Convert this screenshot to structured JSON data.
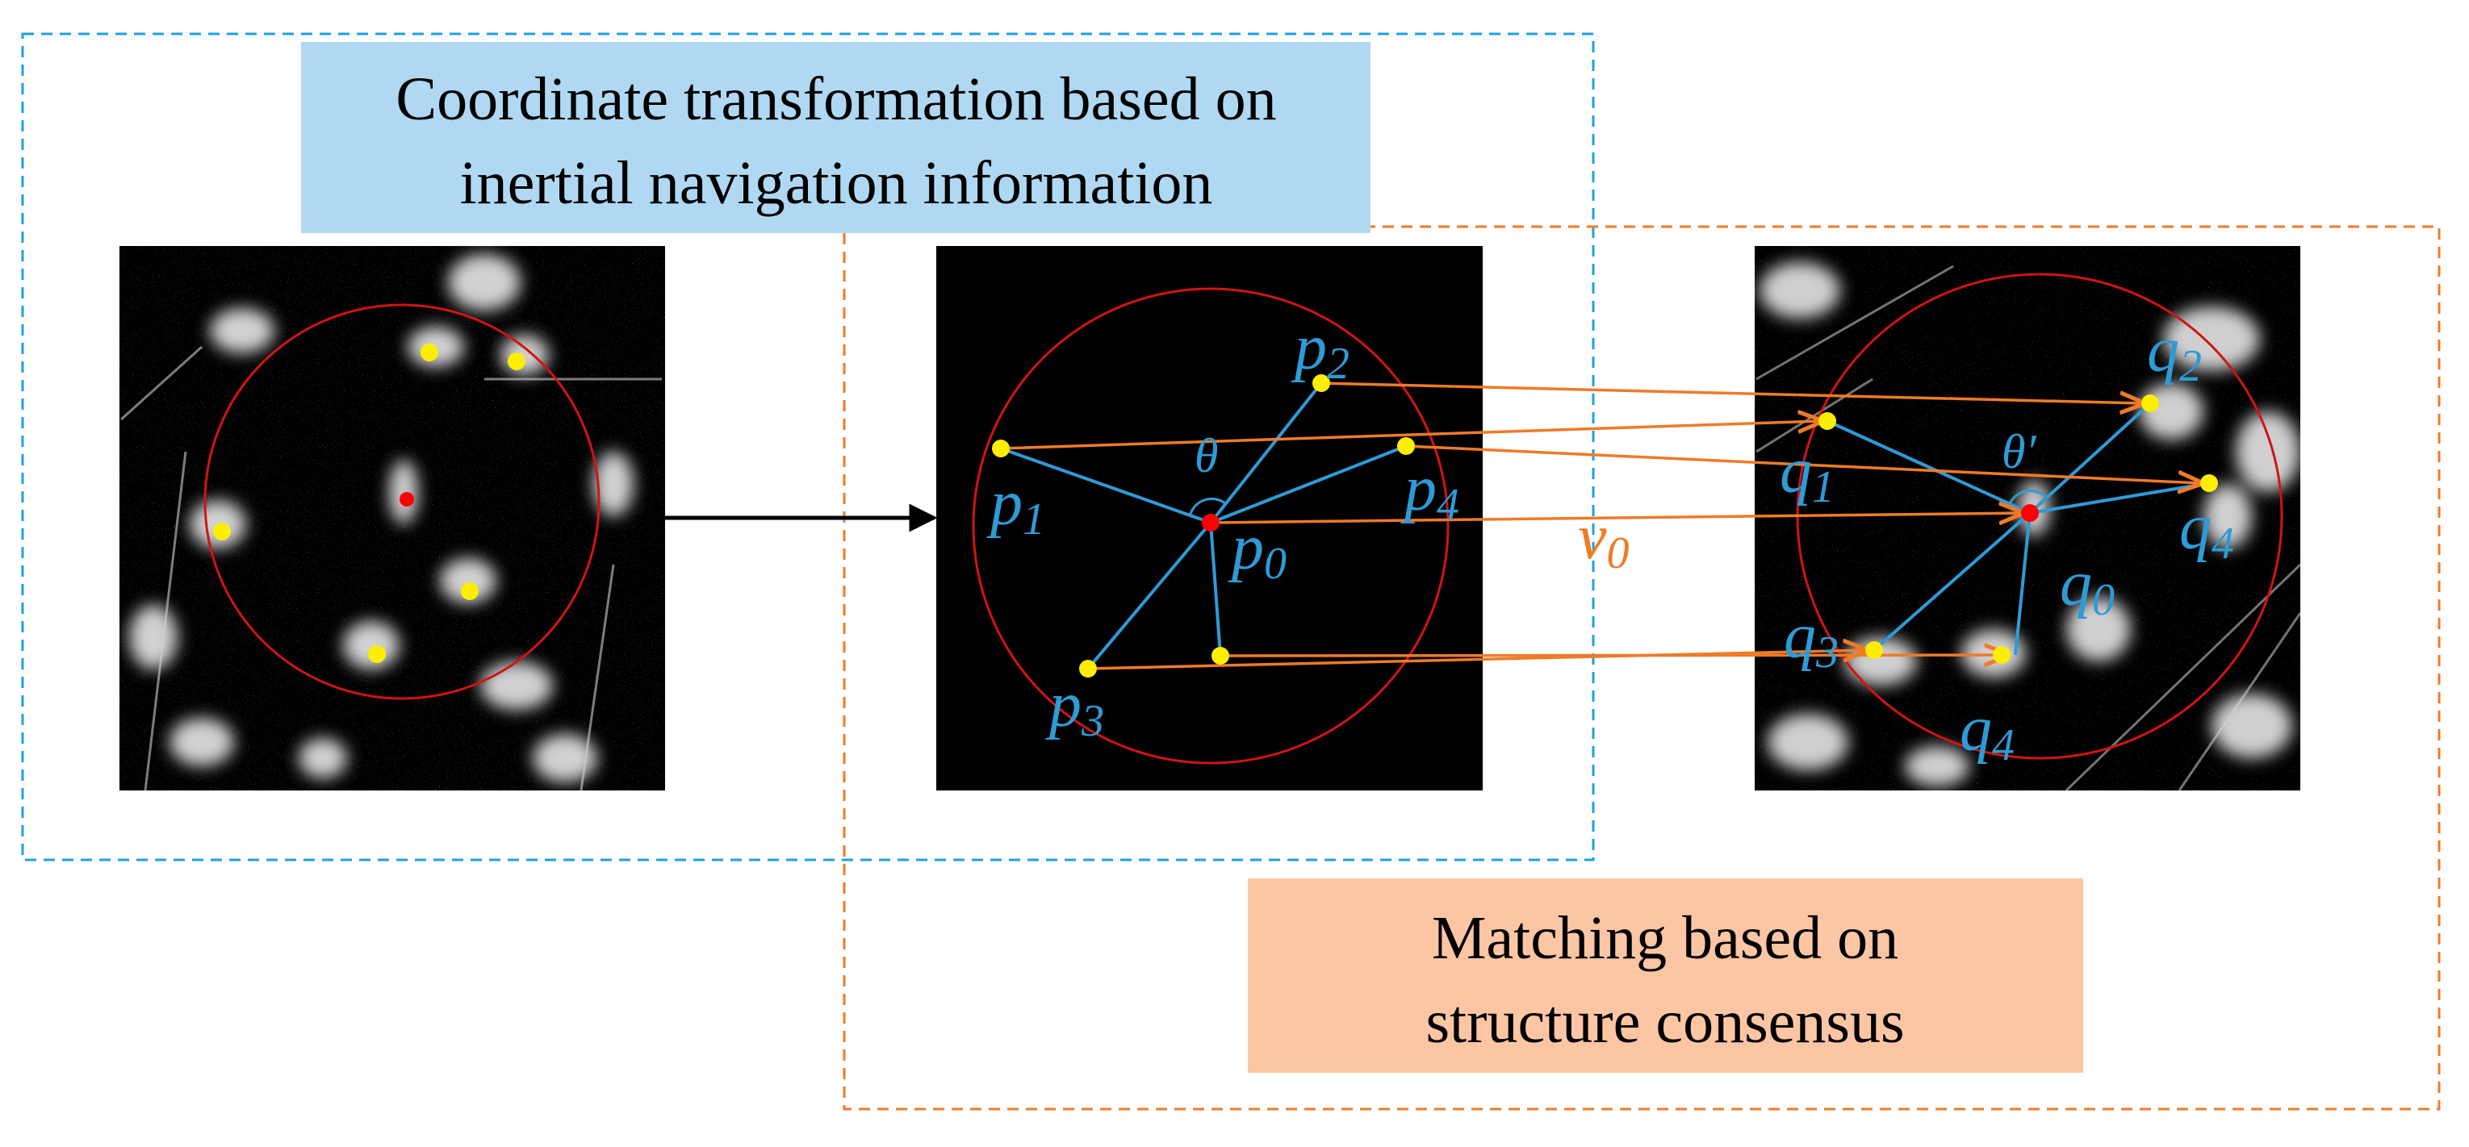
{
  "colors": {
    "blue_region": "#1da1e6",
    "orange_region": "#f07a28",
    "blue_box_fill": "#b0d8f2",
    "orange_box_fill": "#fcc6a4",
    "point_yellow": "#ffee00",
    "point_red": "#ff0000",
    "circle_red": "#d11414",
    "line_blue": "#2e9bd6",
    "arrow_orange": "#f07a28",
    "label_blue": "#2e9bd6",
    "label_orange": "#f07a28"
  },
  "boxes": {
    "coordinate_line1": "Coordinate transformation based on",
    "coordinate_line2": "inertial navigation information",
    "matching_line1": "Matching based on",
    "matching_line2": "structure consensus"
  },
  "labels": {
    "p0_base": "p",
    "p0_sub": "0",
    "p1_base": "p",
    "p1_sub": "1",
    "p2_base": "p",
    "p2_sub": "2",
    "p3_base": "p",
    "p3_sub": "3",
    "p4_base": "p",
    "p4_sub": "4",
    "q0_base": "q",
    "q0_sub": "0",
    "q1_base": "q",
    "q1_sub": "1",
    "q2_base": "q",
    "q2_sub": "2",
    "q3_base": "q",
    "q3_sub": "3",
    "q4a_base": "q",
    "q4a_sub": "4",
    "q4b_base": "q",
    "q4b_sub": "4",
    "v0_base": "v",
    "v0_sub": "0",
    "theta": "θ",
    "theta_prime": "θ′"
  },
  "icons": {
    "left_image": "sar-image-icon",
    "middle_image": "keypoint-structure-icon",
    "right_image": "sar-image-icon"
  }
}
